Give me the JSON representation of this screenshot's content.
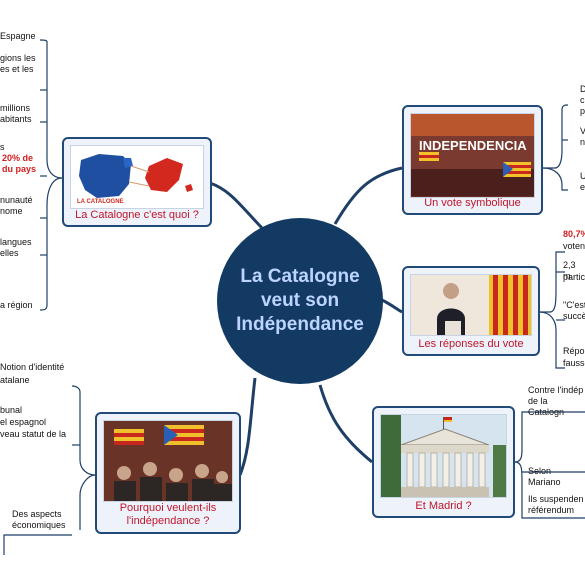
{
  "center": {
    "line1": "La Catalogne",
    "line2": "veut son",
    "line3": "Indépendance"
  },
  "branches": {
    "catalogne": {
      "caption": "La Catalogne c'est quoi ?",
      "map_label": "LA CATALOGNE",
      "leaves": [
        "Espagne",
        "gions les",
        "es et les",
        "millions",
        "abitants",
        "s",
        "20% de",
        "du pays",
        "nunauté",
        "nome",
        "langues",
        "elles",
        "a région"
      ]
    },
    "pourquoi": {
      "caption_line1": "Pourquoi veulent-ils",
      "caption_line2": "l'indépendance ?",
      "leaves": [
        "Notion d'identité",
        "atalane",
        "bunal",
        "el espagnol",
        "veau statut de la",
        "Des aspects",
        "économiques"
      ]
    },
    "vote": {
      "caption": "Un vote symbolique",
      "banner": "INDEPENDENCIA",
      "leaves": [
        "D",
        "c",
        "p",
        "V",
        "n",
        "U",
        "e"
      ]
    },
    "reponses": {
      "caption": "Les réponses du vote",
      "leaves": [
        "80,7%",
        "voten",
        "2,3 m",
        "partic",
        "\"C'est",
        "succè",
        "Répor",
        "fausse"
      ]
    },
    "madrid": {
      "caption": "Et Madrid ?",
      "leaves": [
        "Contre l'indép",
        "de la Catalogn",
        "Selon Mariano",
        "Ils suspenden",
        "référendum"
      ]
    }
  },
  "colors": {
    "node_border": "#214a78",
    "center_fill": "#123a63",
    "caption_text": "#c0152a",
    "accent_red": "#d01e1e",
    "connector": "#1f3f66"
  }
}
